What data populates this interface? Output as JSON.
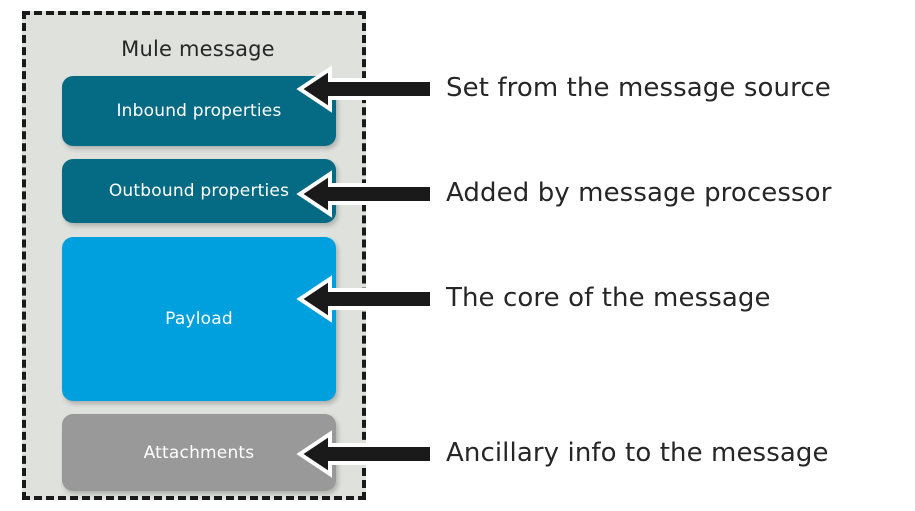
{
  "diagram": {
    "title": "Mule message",
    "blocks": [
      {
        "id": "inbound",
        "label": "Inbound properties",
        "color": "#056b85"
      },
      {
        "id": "outbound",
        "label": "Outbound properties",
        "color": "#056b85"
      },
      {
        "id": "payload",
        "label": "Payload",
        "color": "#00a0df"
      },
      {
        "id": "attachments",
        "label": "Attachments",
        "color": "#999999"
      }
    ],
    "annotations": [
      {
        "id": "inbound-note",
        "text": "Set from the message source"
      },
      {
        "id": "outbound-note",
        "text": "Added by message processor"
      },
      {
        "id": "payload-note",
        "text": "The core of the message"
      },
      {
        "id": "attachments-note",
        "text": "Ancillary info to the message"
      }
    ],
    "arrows": [
      {
        "id": "arrow-inbound",
        "points_to": "inbound",
        "direction": "left"
      },
      {
        "id": "arrow-outbound",
        "points_to": "outbound",
        "direction": "left"
      },
      {
        "id": "arrow-payload",
        "points_to": "payload",
        "direction": "left"
      },
      {
        "id": "arrow-attachments",
        "points_to": "attachments",
        "direction": "left"
      }
    ],
    "colors": {
      "container_background": "#dfe2dc",
      "container_border": "#1a1a1a",
      "arrow_fill": "#1a1a1a",
      "arrow_outline": "#ffffff",
      "text": "#262626",
      "block_text": "#ffffff"
    }
  }
}
